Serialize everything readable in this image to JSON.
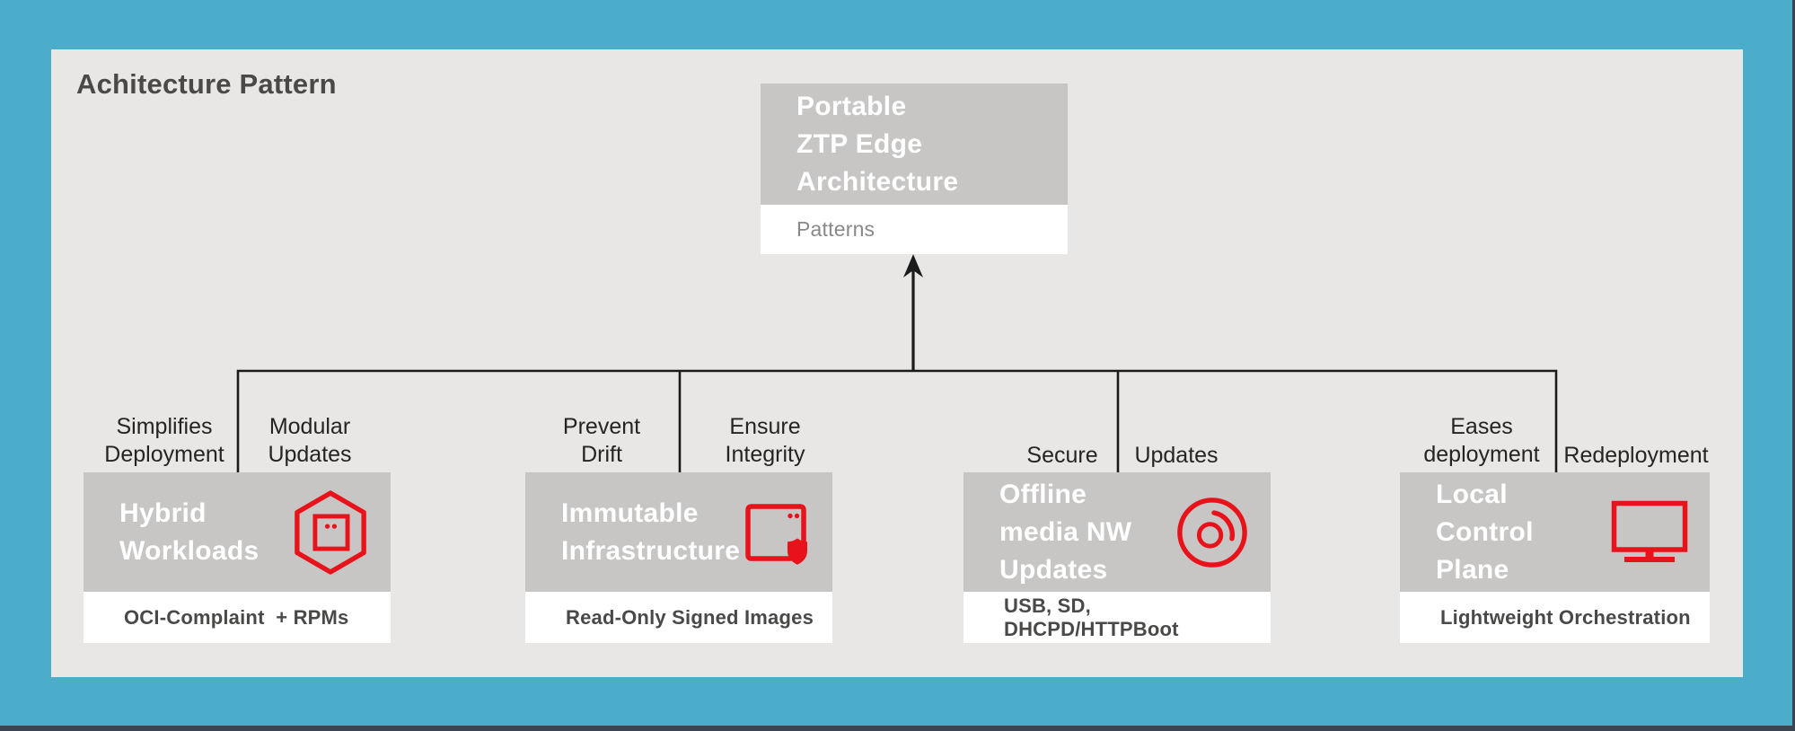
{
  "title": "Achitecture Pattern",
  "root": {
    "title": "Portable\nZTP Edge\nArchitecture",
    "footer": "Patterns"
  },
  "connector_labels": [
    {
      "text": "Simplifies\nDeployment"
    },
    {
      "text": "Modular\nUpdates"
    },
    {
      "text": "Prevent\nDrift"
    },
    {
      "text": "Ensure\nIntegrity"
    },
    {
      "text": "Secure"
    },
    {
      "text": "Updates"
    },
    {
      "text": "Eases\ndeployment"
    },
    {
      "text": "Redeployment"
    }
  ],
  "nodes": [
    {
      "title": "Hybrid\nWorkloads",
      "footer": "OCI-Complaint  + RPMs",
      "icon": "hexagon-cube-icon"
    },
    {
      "title": "Immutable\nInfrastructure",
      "footer": "Read-Only Signed Images",
      "icon": "signed-image-shield-icon"
    },
    {
      "title": "Offline\nmedia NW\nUpdates",
      "footer": "USB, SD, DHCPD/HTTPBoot",
      "icon": "optical-disc-icon"
    },
    {
      "title": "Local\nControl\nPlane",
      "footer": "Lightweight Orchestration",
      "icon": "monitor-icon"
    }
  ],
  "colors": {
    "background": "#4cadcb",
    "panel": "#e8e7e6",
    "node_header": "#c7c6c5",
    "node_footer": "#ffffff",
    "accent_red": "#e8121a",
    "connector": "#1b1b1b",
    "text_dark": "#4a4948",
    "text_label": "#252423",
    "text_muted": "#8a8988",
    "edge": "#3a4551"
  }
}
